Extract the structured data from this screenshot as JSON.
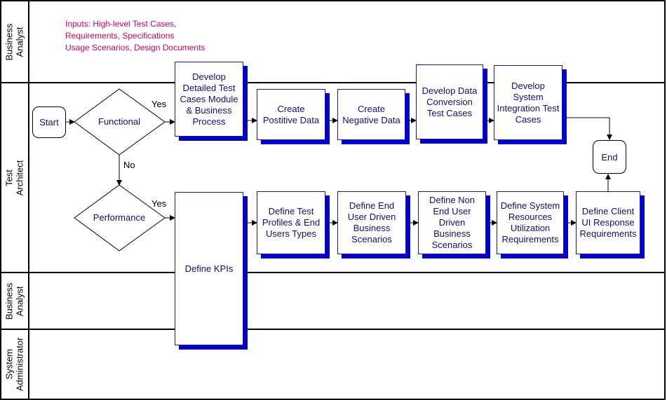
{
  "lanes": [
    {
      "label": "Business\nAnalyst"
    },
    {
      "label": "Test\nArchitect"
    },
    {
      "label": "Business\nAnalyst"
    },
    {
      "label": "System\nAdministrator"
    }
  ],
  "inputs": {
    "line1": "Inputs: High-level Test Cases,",
    "line2": "Requirements, Specifications",
    "line3": "Usage Scenarios, Design Documents"
  },
  "nodes": {
    "start": "Start",
    "end": "End",
    "functional": "Functional",
    "performance": "Performance",
    "develop_detailed": "Develop\nDetailed Test\nCases Module\n& Business\nProcess",
    "create_positive": "Create\nPostitive Data",
    "create_negative": "Create\nNegative Data",
    "develop_conversion": "Develop Data\nConversion\nTest Cases",
    "develop_integration": "Develop\nSystem\nIntegration Test\nCases",
    "define_kpis": "Define KPIs",
    "define_profiles": "Define Test\nProfiles & End\nUsers Types",
    "define_end_user": "Define End\nUser Driven\nBusiness\nScenarios",
    "define_non_end_user": "Define Non\nEnd User\nDriven\nBusiness\nScenarios",
    "define_system_resources": "Define System\nResources\nUtilization\nRequirements",
    "define_client_ui": "Define Client\nUI Response\nRequirements"
  },
  "edge_labels": {
    "yes_functional": "Yes",
    "no_functional": "No",
    "yes_performance": "Yes"
  }
}
